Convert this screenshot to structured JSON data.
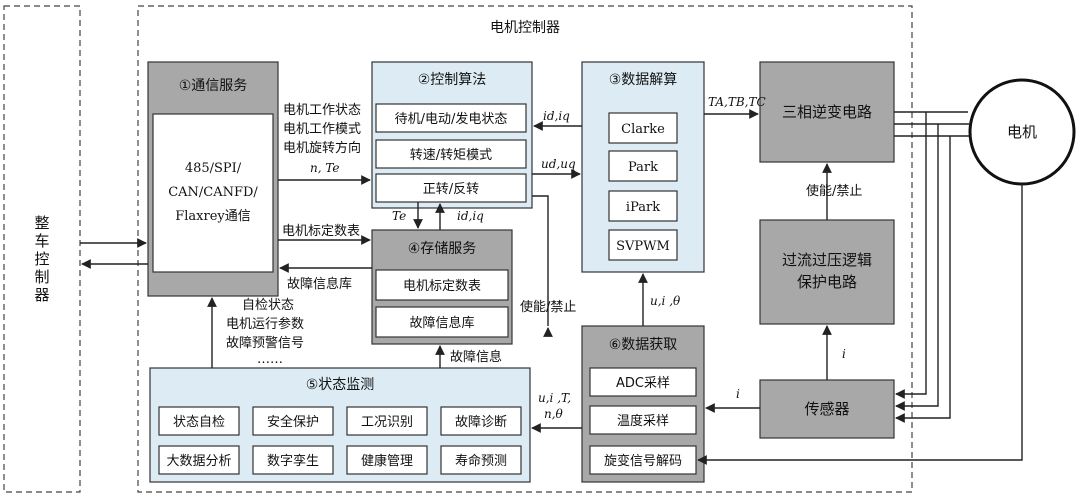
{
  "vcu": {
    "label": "整车控制器"
  },
  "controller": {
    "title": "电机控制器"
  },
  "motor": {
    "label": "电机"
  },
  "comm": {
    "title": "①通信服务",
    "lines": [
      "485/SPI/",
      "CAN/CANFD/",
      "Flaxrey通信"
    ]
  },
  "algo": {
    "title": "②控制算法",
    "items": [
      "待机/电动/发电状态",
      "转速/转矩模式",
      "正转/反转"
    ]
  },
  "calc": {
    "title": "③数据解算",
    "items": [
      "Clarke",
      "Park",
      "iPark",
      "SVPWM"
    ]
  },
  "storage": {
    "title": "④存储服务",
    "items": [
      "电机标定数表",
      "故障信息库"
    ]
  },
  "monitor": {
    "title": "⑤状态监测",
    "items": [
      "状态自检",
      "安全保护",
      "工况识别",
      "故障诊断",
      "大数据分析",
      "数字孪生",
      "健康管理",
      "寿命预测"
    ]
  },
  "acquire": {
    "title": "⑥数据获取",
    "items": [
      "ADC采样",
      "温度采样",
      "旋变信号解码"
    ]
  },
  "inverter": {
    "label": "三相逆变电路"
  },
  "protect": {
    "lines": [
      "过流过压逻辑",
      "保护电路"
    ]
  },
  "sensor": {
    "label": "传感器"
  },
  "signals": {
    "comm_to_algo": [
      "电机工作状态",
      "电机工作模式",
      "电机旋转方向"
    ],
    "n_te": "n, Te",
    "calib": "电机标定数表",
    "fault_lib": "故障信息库",
    "monitor_to_comm": [
      "自检状态",
      "电机运行参数",
      "故障预警信号",
      "……"
    ],
    "fault_info": "故障信息",
    "enable_disable_left": "使能/禁止",
    "enable_disable_right": "使能/禁止",
    "te": "Te",
    "id_iq_1": "id,iq",
    "id_iq_2": "id,iq",
    "ud_uq": "ud,uq",
    "tabc": "TA,TB,TC",
    "u_i_theta": "u,i ,θ",
    "u_i_t_n_theta_1": "u,i ,T,",
    "u_i_t_n_theta_2": "n,θ",
    "i_1": "i",
    "i_2": "i"
  },
  "colors": {
    "gray": "#a8a8a8",
    "blue": "#ddecf4",
    "white": "#ffffff"
  }
}
